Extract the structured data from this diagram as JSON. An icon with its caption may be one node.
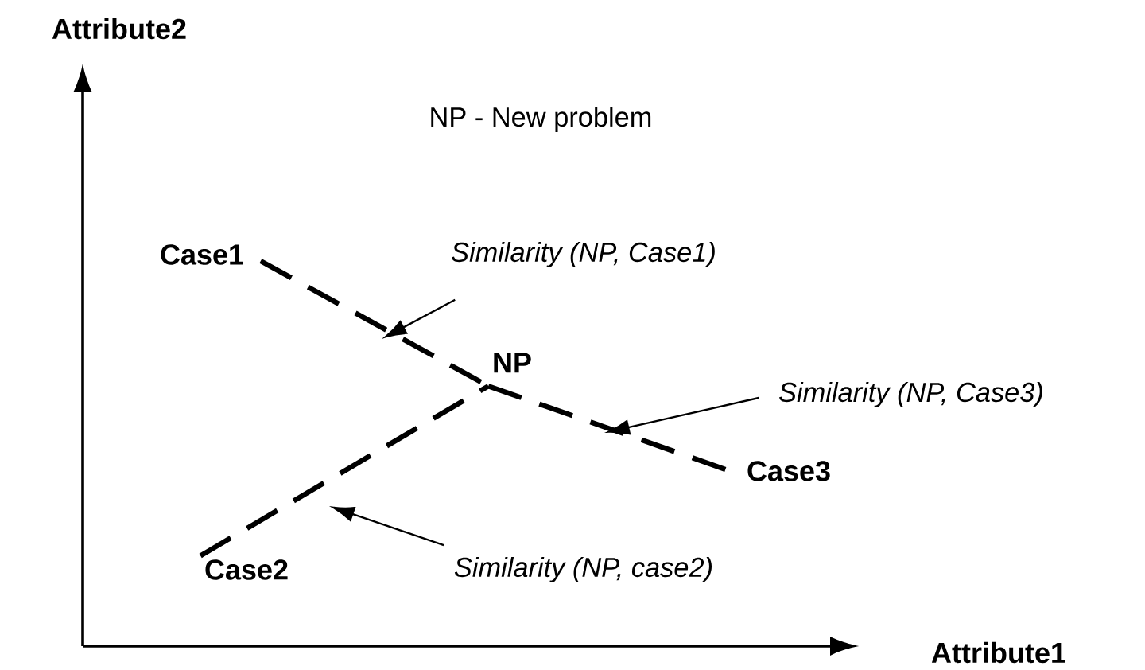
{
  "diagram": {
    "nodes": [
      {
        "text": [
          "Case1"
        ]
      },
      {
        "text": [
          "NP"
        ]
      },
      {
        "text": [
          "Case3"
        ]
      },
      {
        "text": [
          "Case2"
        ]
      },
      {
        "text": [
          "*Similarity (NP, Case1)*"
        ]
      },
      {
        "text": [
          "*Similarity (NP, Case3)*"
        ]
      },
      {
        "text": [
          "*Similarity (NP, case2)*"
        ]
      }
    ],
    "edges": [
      {
        "from": 0,
        "to": 1,
        "arrow": "none",
        "style": "dashed"
      },
      {
        "from": 1,
        "to": 2,
        "arrow": "none",
        "style": "dashed"
      },
      {
        "from": 3,
        "to": 1,
        "arrow": "none",
        "style": "dashed"
      },
      {
        "from": 4,
        "to": null,
        "arrow": "to"
      },
      {
        "from": 5,
        "to": null,
        "arrow": "to"
      },
      {
        "from": 6,
        "to": null,
        "arrow": "to"
      }
    ],
    "labels": [
      "Attribute2",
      "NP - New problem",
      "Attribute1"
    ]
  }
}
